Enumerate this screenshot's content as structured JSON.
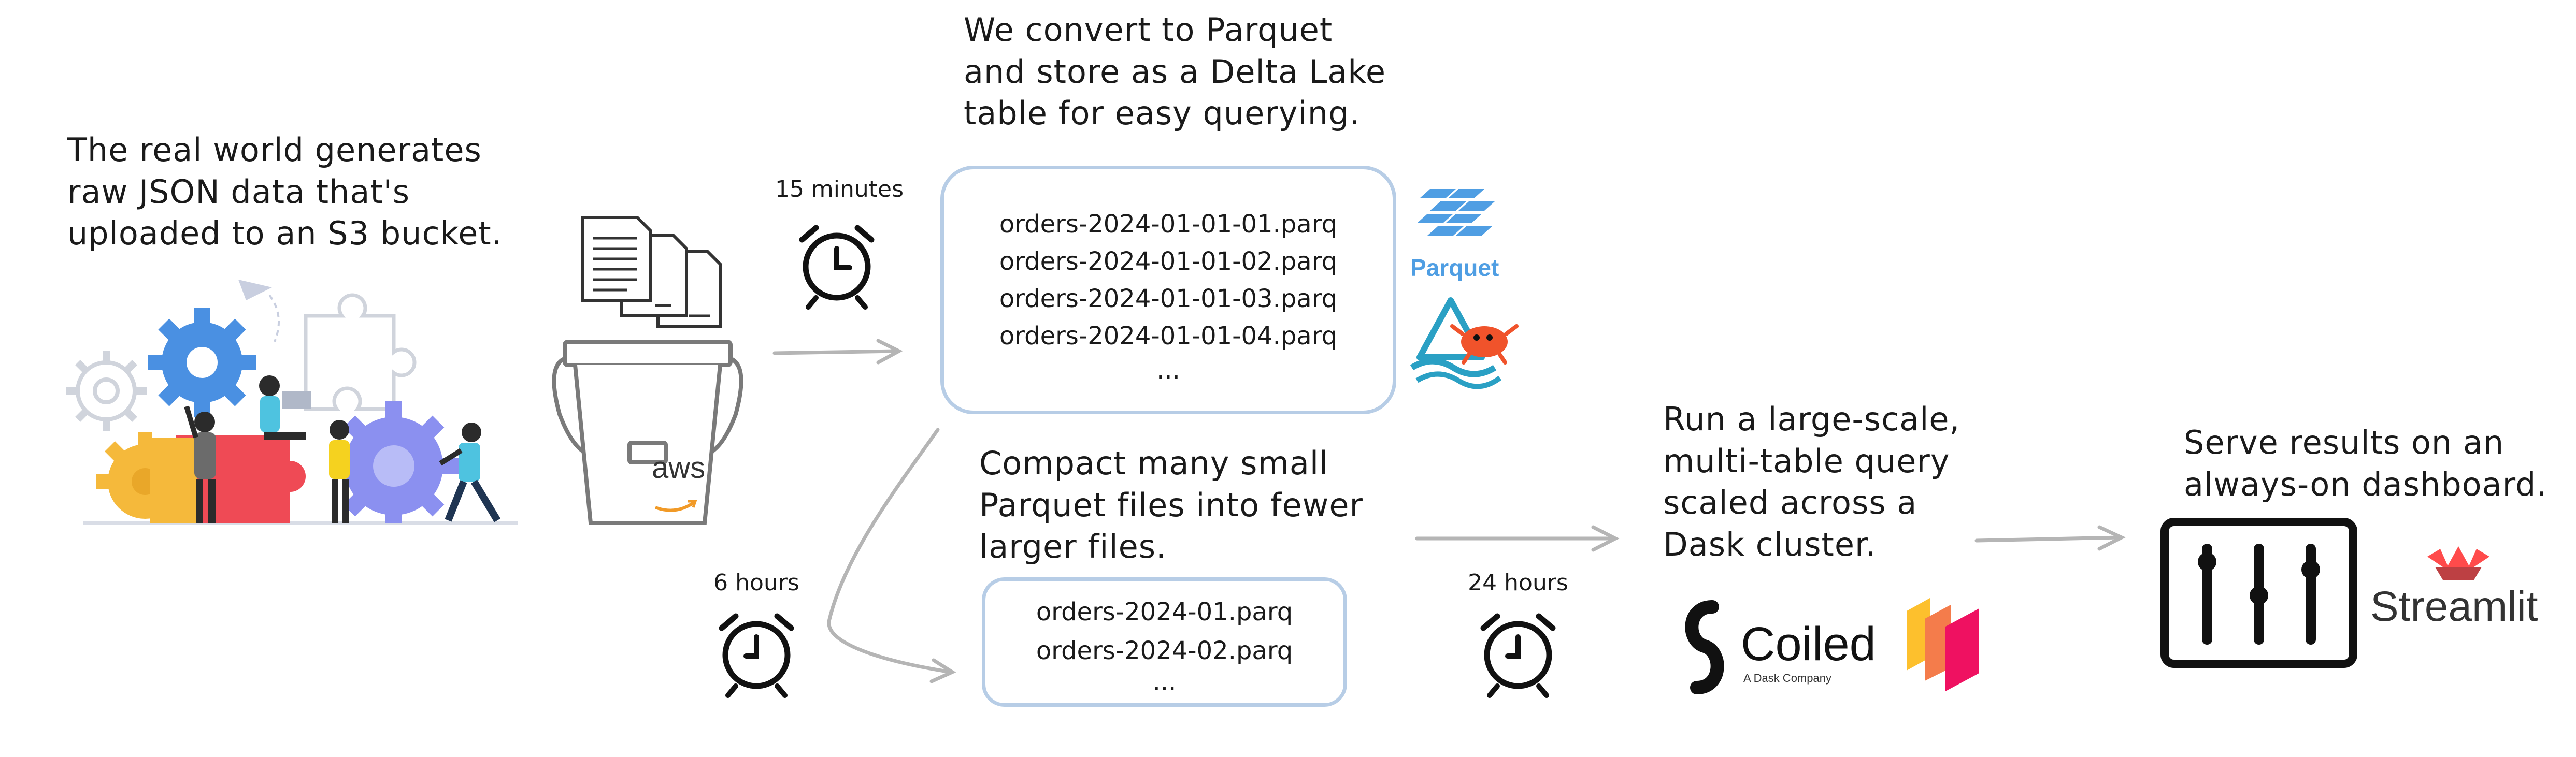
{
  "intro": {
    "lines": [
      "The real world generates",
      "raw JSON data that's",
      "uploaded to an S3 bucket."
    ]
  },
  "convert": {
    "lines": [
      "We convert to Parquet",
      "and store as a Delta Lake",
      "table for easy querying."
    ]
  },
  "compact": {
    "lines": [
      "Compact many small",
      "Parquet files into fewer",
      "larger files."
    ]
  },
  "query": {
    "lines": [
      "Run a large-scale,",
      "multi-table query",
      "scaled across a",
      "Dask cluster."
    ]
  },
  "serve": {
    "lines": [
      "Serve results on an",
      "always-on dashboard."
    ]
  },
  "timers": {
    "t15": "15 minutes",
    "t6": "6 hours",
    "t24": "24 hours"
  },
  "files_small": [
    "orders-2024-01-01-01.parq",
    "orders-2024-01-01-02.parq",
    "orders-2024-01-01-03.parq",
    "orders-2024-01-01-04.parq",
    "..."
  ],
  "files_large": [
    "orders-2024-01.parq",
    "orders-2024-02.parq",
    "..."
  ],
  "logos": {
    "aws": "aws",
    "parquet": "Parquet",
    "coiled": "Coiled",
    "coiled_tag": "A Dask Company",
    "streamlit": "Streamlit"
  },
  "colors": {
    "box_border": "#b7cde6",
    "arrow": "#b5b5b5",
    "parquet_blue": "#4f9ee3",
    "delta_teal": "#2aa0c4",
    "streamlit_red": "#ff4b4b"
  }
}
